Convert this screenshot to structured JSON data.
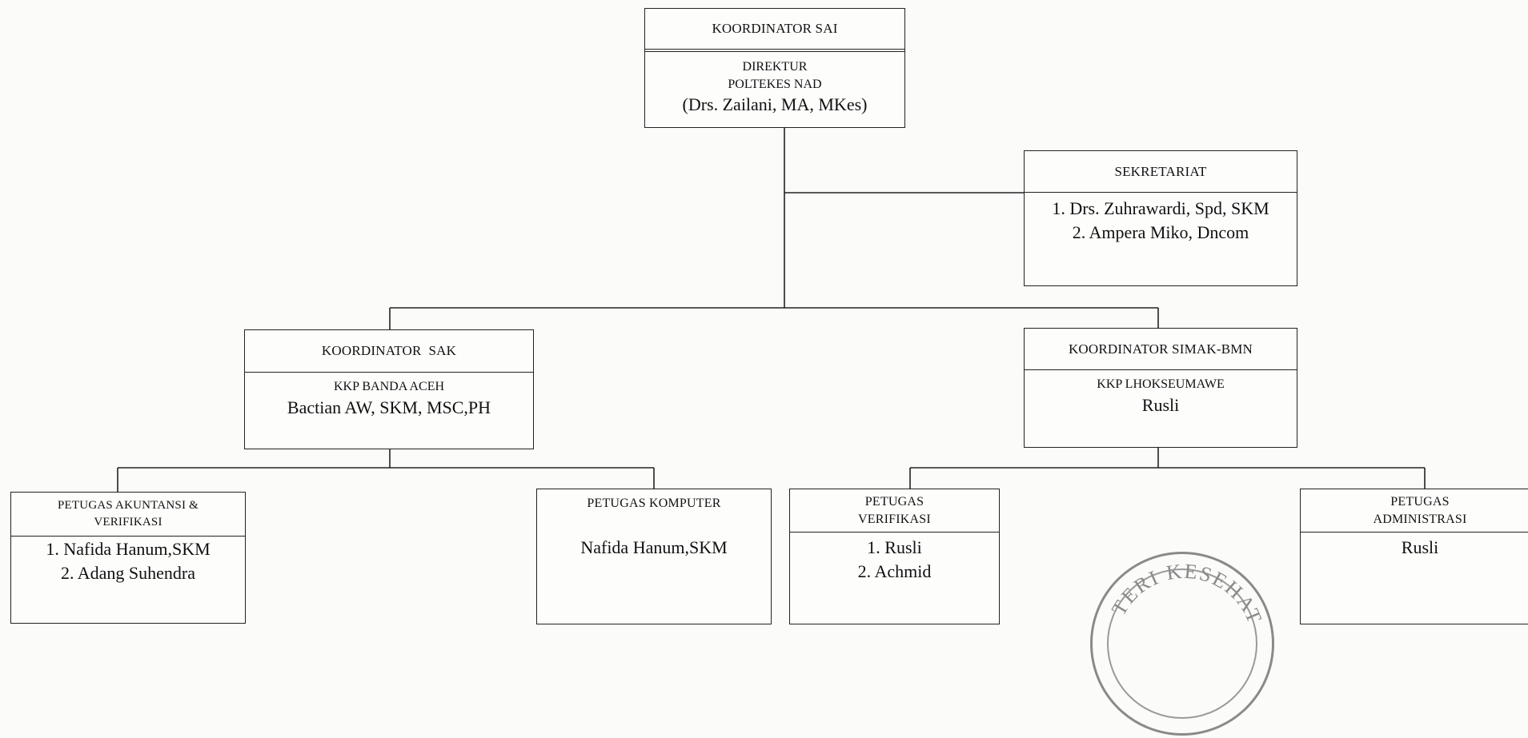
{
  "boxes": {
    "sai": {
      "title": "KOORDINATOR SAI",
      "line1": "DIREKTUR",
      "line2": "POLTEKES NAD",
      "name": "(Drs. Zailani, MA, MKes)"
    },
    "sekretariat": {
      "title": "SEKRETARIAT",
      "member1": "1. Drs. Zuhrawardi, Spd, SKM",
      "member2": "2. Ampera Miko, Dncom"
    },
    "sak": {
      "title": "KOORDINATOR  SAK",
      "line1": "KKP BANDA ACEH",
      "name": "Bactian AW, SKM, MSC,PH"
    },
    "simak": {
      "title": "KOORDINATOR SIMAK-BMN",
      "line1": "KKP LHOKSEUMAWE",
      "name": "Rusli"
    },
    "akuntansi": {
      "title_line1": "PETUGAS AKUNTANSI &",
      "title_line2": "VERIFIKASI",
      "member1": "1. Nafida Hanum,SKM",
      "member2": "2. Adang Suhendra"
    },
    "komputer": {
      "title": "PETUGAS KOMPUTER",
      "member1": "Nafida Hanum,SKM"
    },
    "verifikasi": {
      "title_line1": "PETUGAS",
      "title_line2": "VERIFIKASI",
      "member1": "1. Rusli",
      "member2": "2. Achmid"
    },
    "administrasi": {
      "title_line1": "PETUGAS",
      "title_line2": "ADMINISTRASI",
      "member1": "Rusli"
    }
  },
  "stamp": {
    "text": "TERI KESEHAT"
  }
}
